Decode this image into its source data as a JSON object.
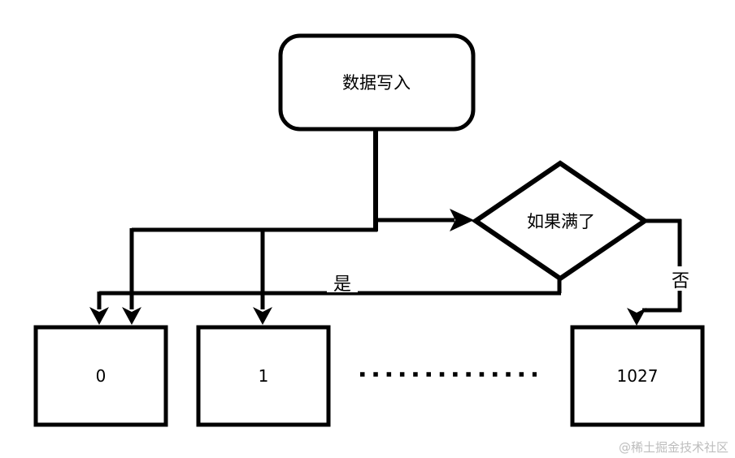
{
  "diagram": {
    "type": "flowchart",
    "nodes": {
      "start": {
        "label": "数据写入",
        "shape": "rounded-rectangle"
      },
      "decision": {
        "label": "如果满了",
        "shape": "diamond"
      },
      "buffers": [
        {
          "label": "0"
        },
        {
          "label": "1"
        },
        {
          "label": "1027"
        }
      ]
    },
    "edges": {
      "yes_label": "是",
      "no_label": "否"
    },
    "ellipsis_dot_count": 14
  },
  "watermark": {
    "text": "@稀土掘金技术社区"
  },
  "colors": {
    "stroke": "#000000",
    "node_fill": "#ffffff",
    "background": "#ffffff",
    "watermark": "#bdbdbd"
  }
}
